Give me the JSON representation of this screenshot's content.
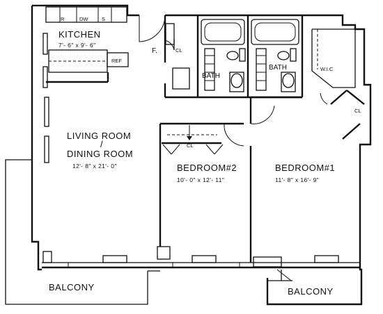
{
  "rooms": {
    "kitchen": {
      "name": "KITCHEN",
      "dims": "7'- 6\" x 9'- 6\""
    },
    "living": {
      "name_line1": "LIVING ROOM",
      "name_sep": "/",
      "name_line2": "DINING ROOM",
      "dims": "12'- 8\" x 21'- 0\""
    },
    "bedroom2": {
      "name": "BEDROOM#2",
      "dims": "10'- 0\" x 12'- 11\""
    },
    "bedroom1": {
      "name": "BEDROOM#1",
      "dims": "11'- 8\" x 16'- 9\""
    },
    "balcony_left": {
      "name": "BALCONY"
    },
    "balcony_right": {
      "name": "BALCONY"
    }
  },
  "fixtures": {
    "fridge": "R",
    "dishwasher": "DW",
    "sink": "S",
    "refrigerator_niche": "REF",
    "foyer": "F.",
    "bath_a": "BATH",
    "bath_b": "BATH",
    "walk_in_closet": "W.I.C",
    "closet_foyer": "CL",
    "closet_bedroom2": "CL",
    "closet_bedroom1": "CL"
  }
}
